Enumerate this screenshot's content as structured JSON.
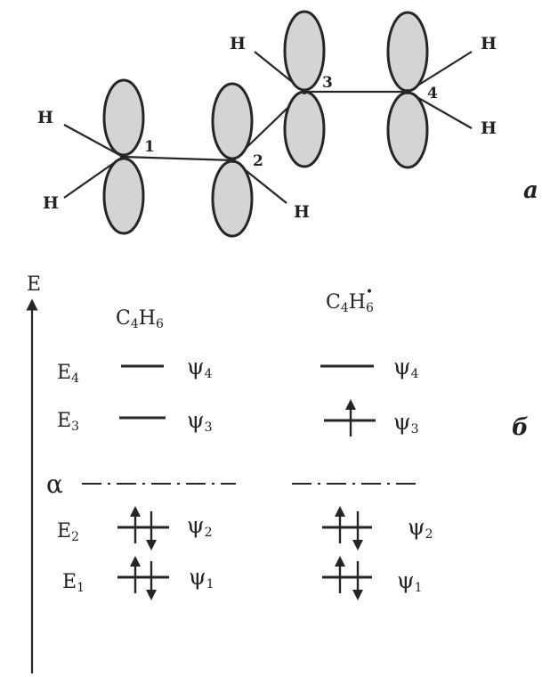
{
  "molecule": {
    "atoms": [
      "H",
      "H",
      "H",
      "H",
      "H",
      "H"
    ],
    "carbon_numbers": [
      "1",
      "2",
      "3",
      "4"
    ]
  },
  "panel_labels": {
    "a": "a",
    "b": "б"
  },
  "energy_axis": {
    "label": "E"
  },
  "alpha": "α",
  "diagrams": [
    {
      "formula": {
        "main": "C",
        "sub1": "4",
        "main2": "H",
        "sub2": "6",
        "sup": ""
      },
      "levels": [
        {
          "energy": {
            "main": "E",
            "sub": "4"
          },
          "psi": {
            "main": "ψ",
            "sub": "4"
          },
          "electrons": ""
        },
        {
          "energy": {
            "main": "E",
            "sub": "3"
          },
          "psi": {
            "main": "ψ",
            "sub": "3"
          },
          "electrons": ""
        },
        {
          "energy": {
            "main": "E",
            "sub": "2"
          },
          "psi": {
            "main": "ψ",
            "sub": "2"
          },
          "electrons": "↑↓"
        },
        {
          "energy": {
            "main": "E",
            "sub": "1"
          },
          "psi": {
            "main": "ψ",
            "sub": "1"
          },
          "electrons": "↑↓"
        }
      ]
    },
    {
      "formula": {
        "main": "C",
        "sub1": "4",
        "main2": "H",
        "sub2": "6",
        "sup": "•"
      },
      "levels": [
        {
          "psi": {
            "main": "ψ",
            "sub": "4"
          },
          "electrons": ""
        },
        {
          "psi": {
            "main": "ψ",
            "sub": "3"
          },
          "electrons": "↑"
        },
        {
          "psi": {
            "main": "ψ",
            "sub": "2"
          },
          "electrons": "↑↓"
        },
        {
          "psi": {
            "main": "ψ",
            "sub": "1"
          },
          "electrons": "↑↓"
        }
      ]
    }
  ]
}
